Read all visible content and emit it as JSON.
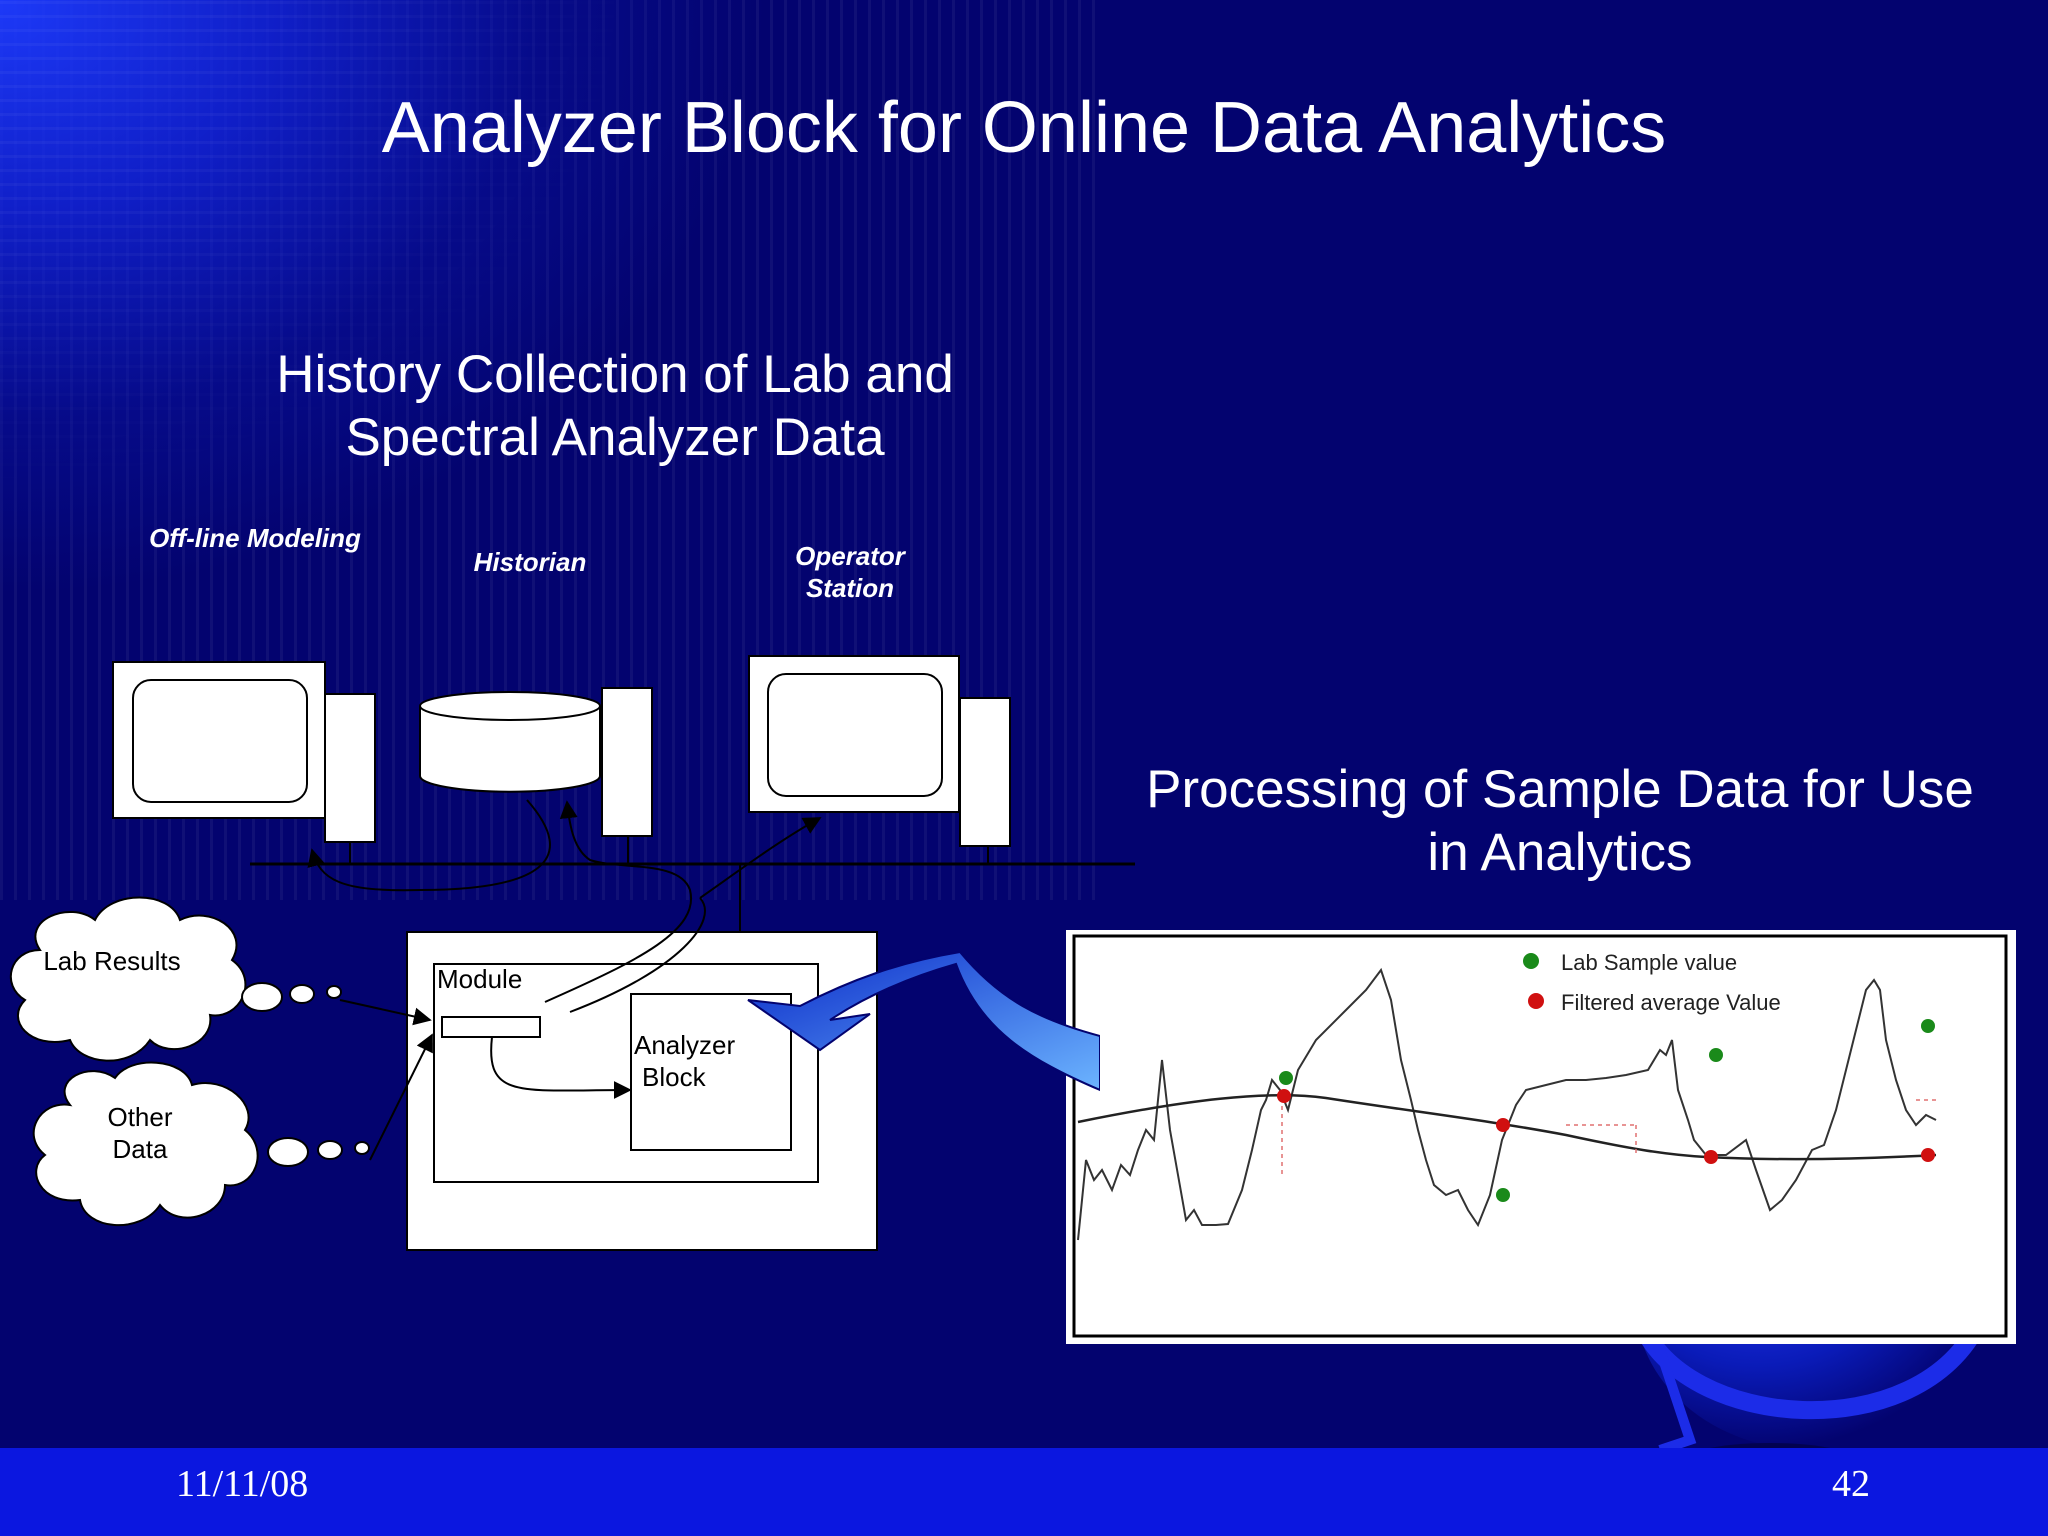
{
  "slide": {
    "title": "Analyzer Block for Online Data Analytics",
    "left_heading": "History Collection of Lab and Spectral Analyzer Data",
    "right_heading": "Processing of Sample Data for Use in Analytics",
    "footer_date": "11/11/08",
    "page_number": "42"
  },
  "diagram": {
    "labels": {
      "offline_modeling": "Off-line Modeling",
      "historian": "Historian",
      "operator_station": "Operator Station",
      "lab_results": "Lab Results",
      "other_data": "Other Data",
      "module": "Module",
      "analyzer_block": "Analyzer Block"
    }
  },
  "chart": {
    "legend": [
      {
        "marker": "green",
        "text": "Lab Sample value"
      },
      {
        "marker": "red",
        "text": "Filtered average Value"
      }
    ]
  },
  "colors": {
    "background": "#03036f",
    "footer_bar": "#0b17e0",
    "text": "#ffffff",
    "sample_marker": "#1a8a1a",
    "filtered_marker": "#d01010"
  }
}
